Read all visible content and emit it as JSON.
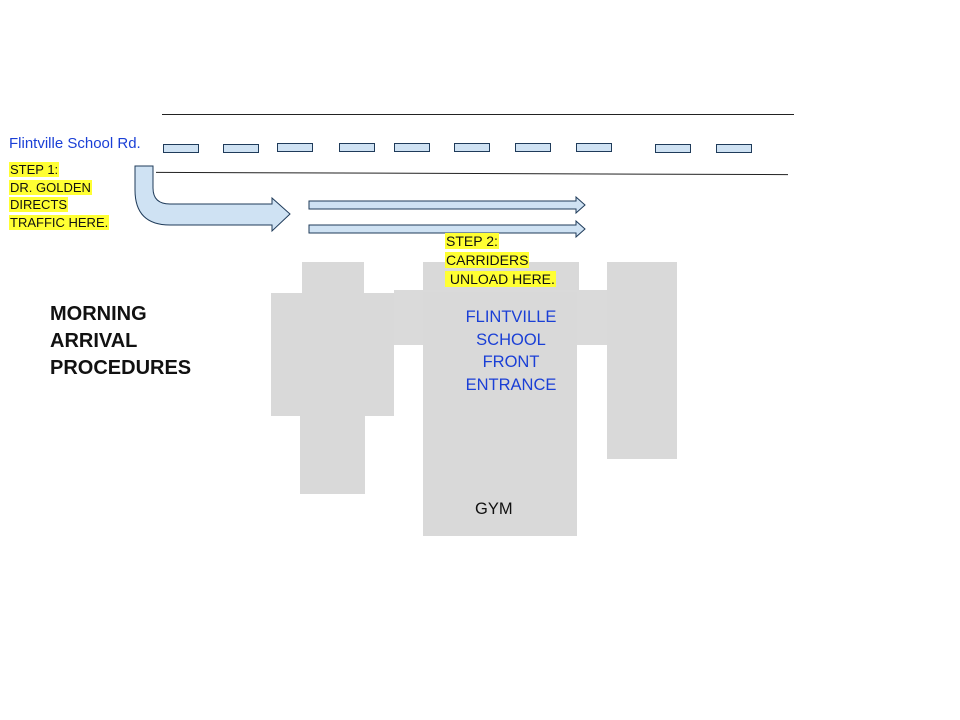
{
  "road": {
    "name": "Flintville School Rd."
  },
  "step1": {
    "lines": [
      "STEP 1:",
      "DR. GOLDEN",
      "DIRECTS",
      "TRAFFIC HERE."
    ]
  },
  "step2": {
    "lines": [
      "STEP 2:",
      "CARRIDERS",
      " UNLOAD HERE."
    ]
  },
  "title": {
    "lines": [
      "MORNING",
      "ARRIVAL",
      "PROCEDURES"
    ]
  },
  "building": {
    "entrance_lines": [
      "FLINTVILLE",
      "SCHOOL",
      "FRONT",
      "ENTRANCE"
    ],
    "gym_label": "GYM"
  },
  "colors": {
    "highlight": "#ffff33",
    "label_blue": "#1a3fd6",
    "arrow_fill": "#cfe2f3",
    "building_gray": "#d9d9d9"
  }
}
